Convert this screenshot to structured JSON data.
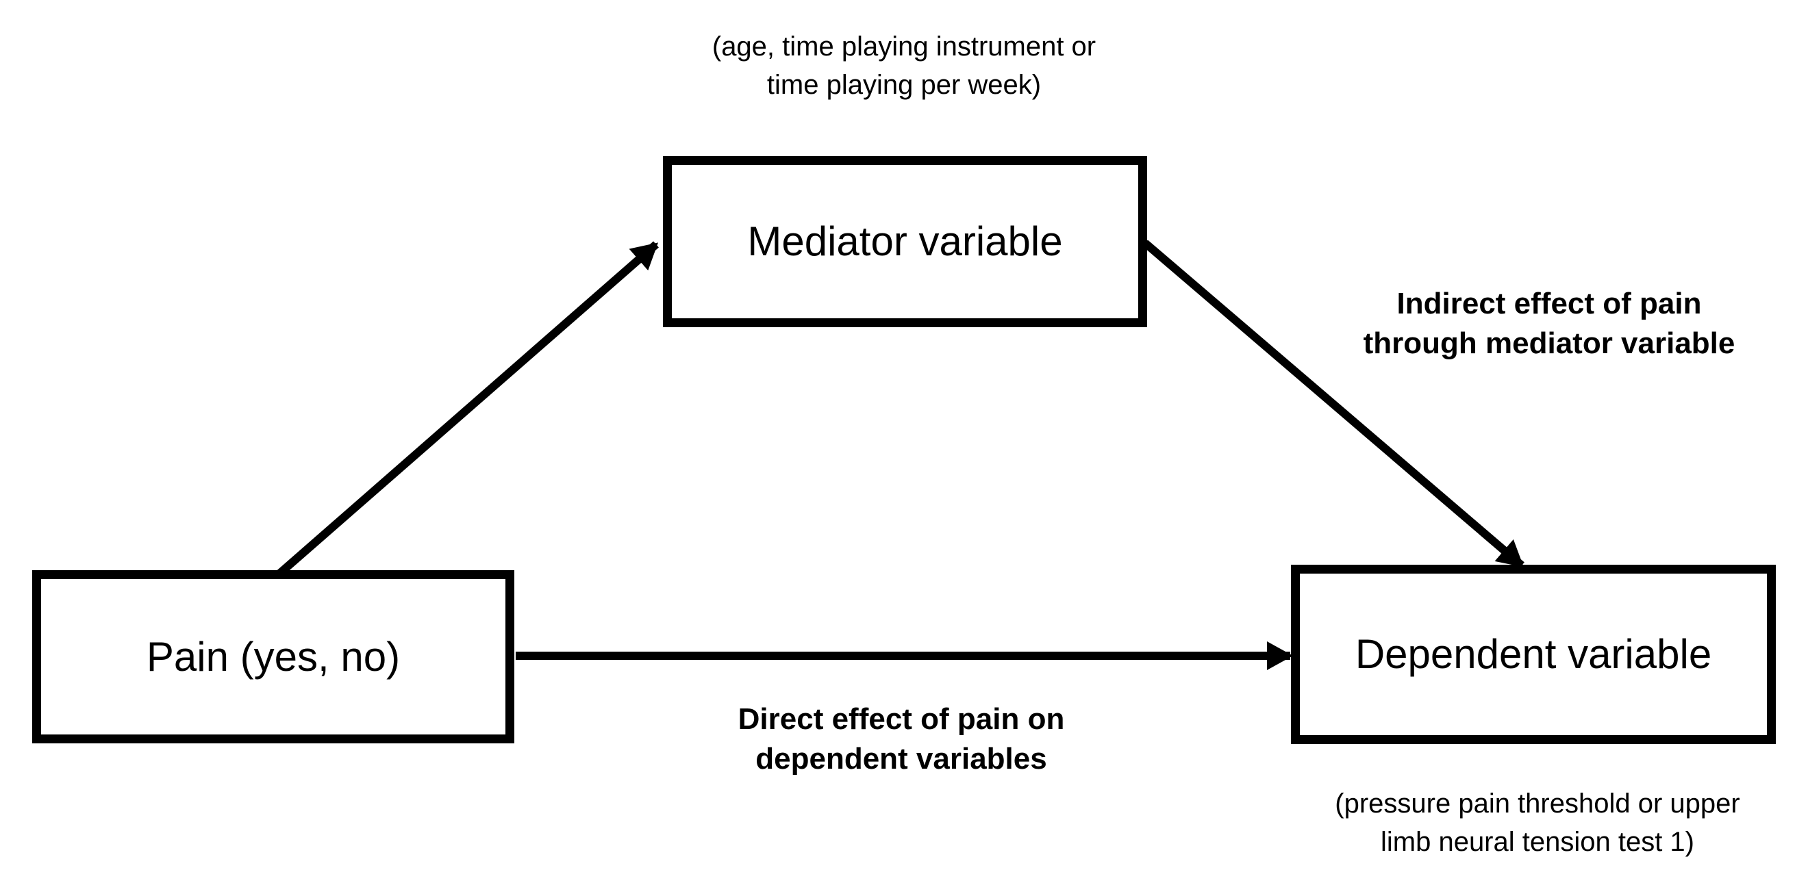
{
  "figure": {
    "type": "mediation-path-diagram",
    "colors": {
      "ink": "#000000",
      "background": "#ffffff",
      "box_fill": "#ffffff"
    },
    "nodes": {
      "pain": {
        "label": "Pain (yes, no)"
      },
      "mediator": {
        "label": "Mediator variable"
      },
      "dependent": {
        "label": "Dependent variable"
      }
    },
    "annotations": {
      "mediator_examples": {
        "lines": [
          "(age, time playing instrument or",
          "time playing per week)"
        ]
      },
      "dependent_examples": {
        "lines": [
          "(pressure pain threshold or upper",
          "limb neural tension test 1)"
        ]
      }
    },
    "edge_labels": {
      "indirect": {
        "lines": [
          "Indirect effect of pain",
          "through mediator variable"
        ]
      },
      "direct": {
        "lines": [
          "Direct effect of pain on",
          "dependent variables"
        ]
      }
    },
    "edges": [
      {
        "from": "pain",
        "to": "mediator"
      },
      {
        "from": "mediator",
        "to": "dependent"
      },
      {
        "from": "pain",
        "to": "dependent"
      }
    ]
  }
}
